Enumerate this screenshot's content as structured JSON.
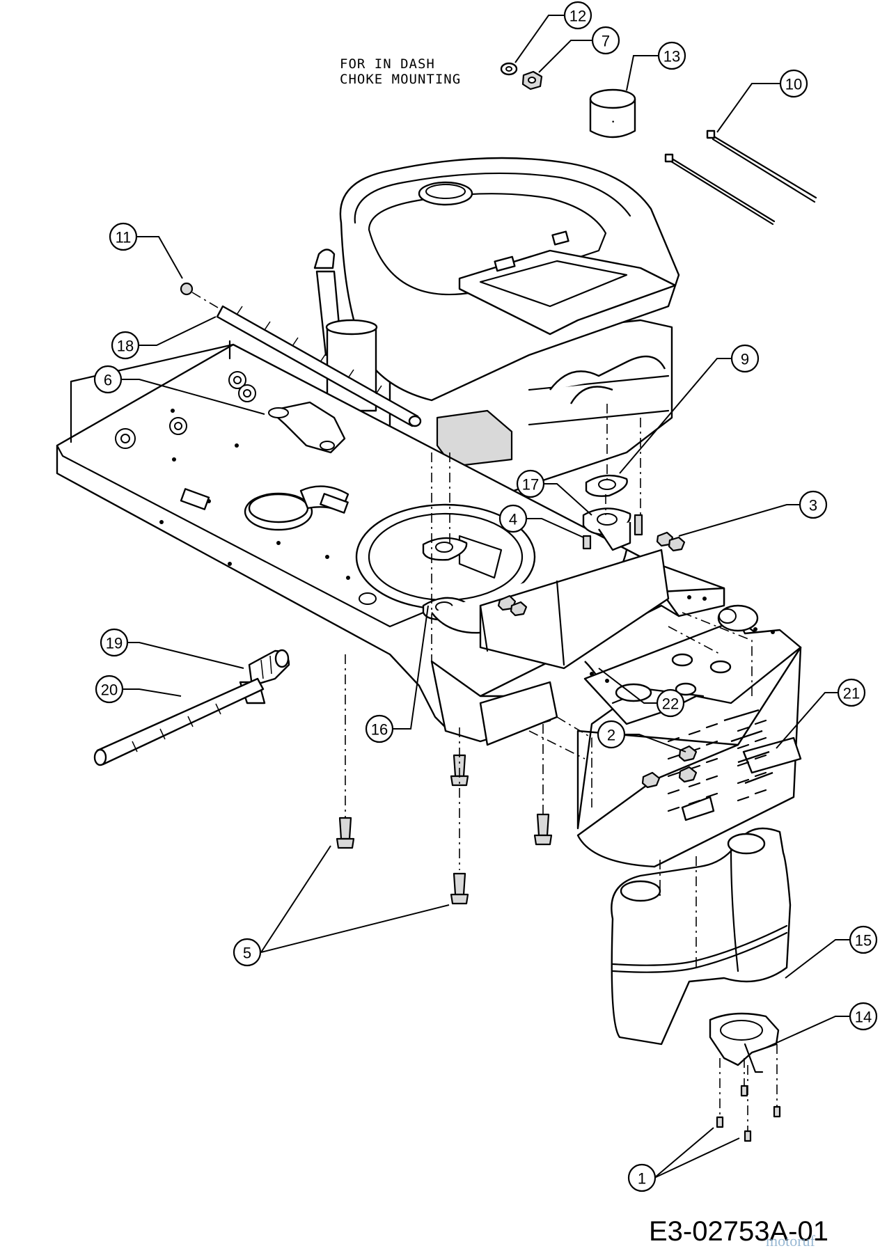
{
  "note": {
    "line1": "FOR IN DASH",
    "line2": "CHOKE MOUNTING"
  },
  "drawing_code": "E3-02753A-01",
  "watermark": "motoruf",
  "callouts": [
    {
      "id": "c12",
      "label": "12"
    },
    {
      "id": "c7",
      "label": "7"
    },
    {
      "id": "c13",
      "label": "13"
    },
    {
      "id": "c10",
      "label": "10"
    },
    {
      "id": "c11",
      "label": "11"
    },
    {
      "id": "c18",
      "label": "18"
    },
    {
      "id": "c6",
      "label": "6"
    },
    {
      "id": "c9",
      "label": "9"
    },
    {
      "id": "c17",
      "label": "17"
    },
    {
      "id": "c3",
      "label": "3"
    },
    {
      "id": "c4",
      "label": "4"
    },
    {
      "id": "c19",
      "label": "19"
    },
    {
      "id": "c20",
      "label": "20"
    },
    {
      "id": "c16",
      "label": "16"
    },
    {
      "id": "c22",
      "label": "22"
    },
    {
      "id": "c21",
      "label": "21"
    },
    {
      "id": "c2",
      "label": "2"
    },
    {
      "id": "c5",
      "label": "5"
    },
    {
      "id": "c15",
      "label": "15"
    },
    {
      "id": "c14",
      "label": "14"
    },
    {
      "id": "c1",
      "label": "1"
    }
  ]
}
